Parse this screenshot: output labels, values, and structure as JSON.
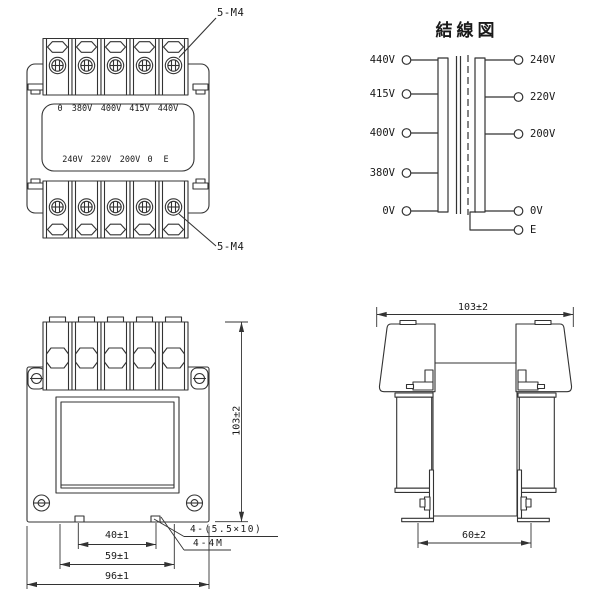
{
  "colors": {
    "line": "#333333",
    "text": "#1a1a1a",
    "background": "#ffffff"
  },
  "top_view": {
    "callout_top": "5-M4",
    "callout_bottom": "5-M4",
    "nameplate_top_row": [
      "0",
      "380V",
      "400V",
      "415V",
      "440V"
    ],
    "nameplate_bottom_row": [
      "240V",
      "220V",
      "200V",
      "0",
      "E"
    ]
  },
  "wiring_diagram": {
    "title": "結線図",
    "primary_taps": [
      "440V",
      "415V",
      "400V",
      "380V",
      "0V"
    ],
    "secondary_taps": [
      "240V",
      "220V",
      "200V",
      "0V",
      "E"
    ]
  },
  "front_view": {
    "dim_height": "103±2",
    "dim_mount_hole_pitch": "40±1",
    "dim_slot_pitch": "59±1",
    "dim_width": "96±1",
    "callout_mount_slots": "4-(5.5×10)",
    "callout_mount_holes": "4-4M"
  },
  "side_view": {
    "dim_width": "103±2",
    "dim_foot_pitch": "60±2"
  }
}
